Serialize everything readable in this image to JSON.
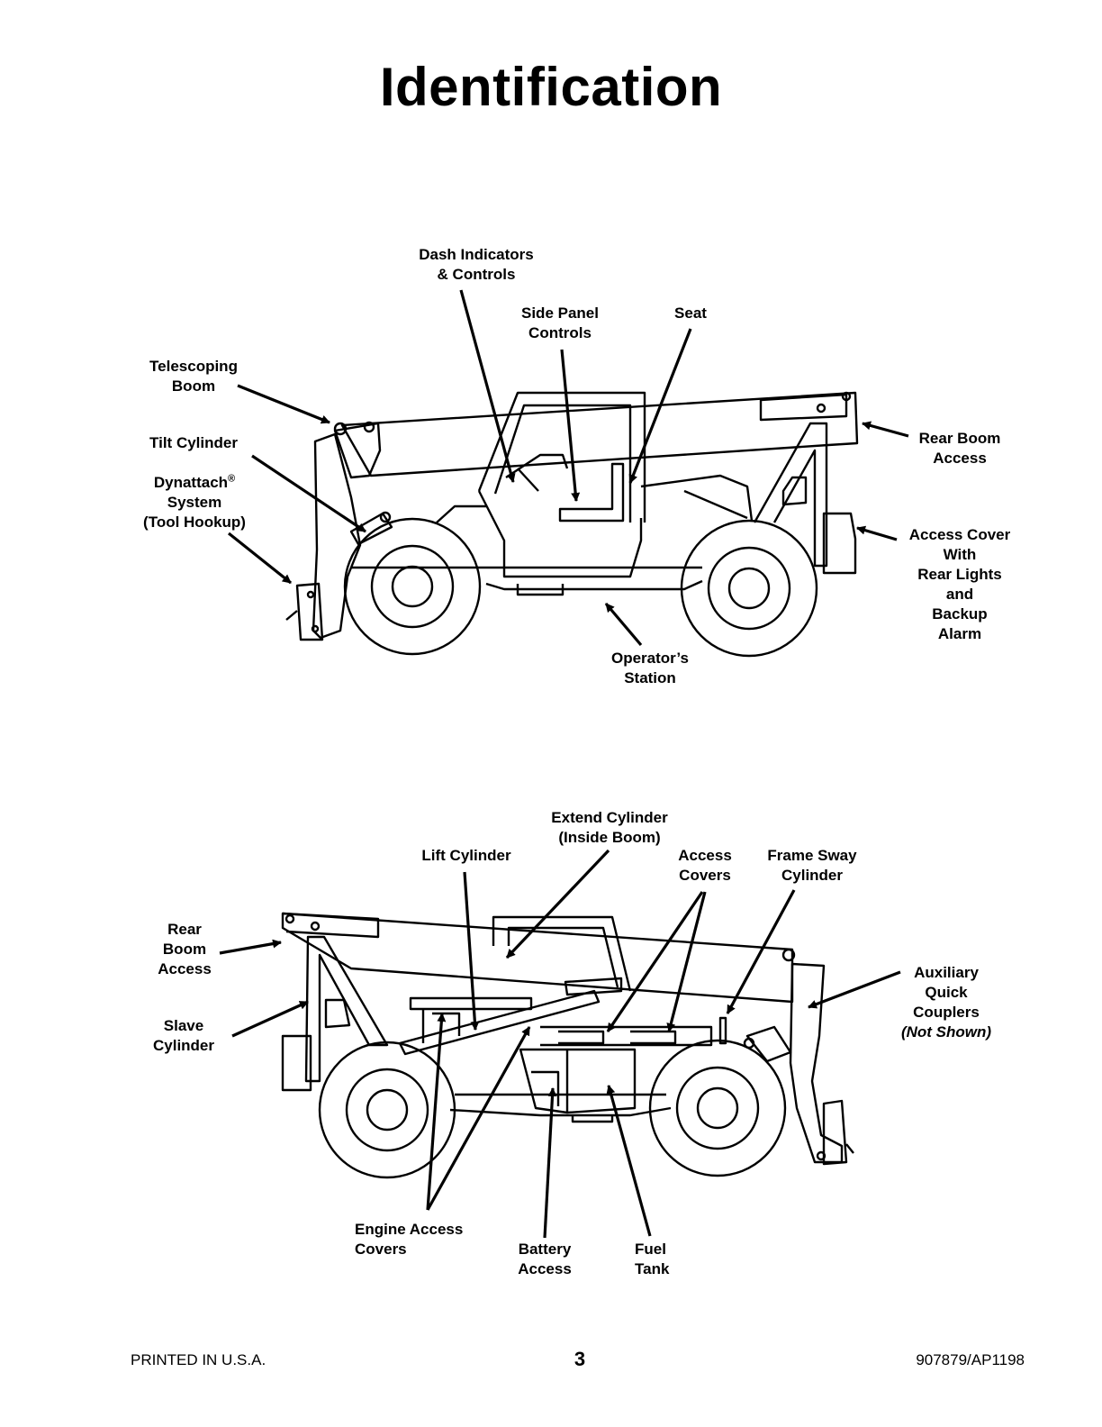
{
  "title": "Identification",
  "top_view": {
    "dash_indicators": [
      "Dash Indicators",
      "& Controls"
    ],
    "side_panel": [
      "Side Panel",
      "Controls"
    ],
    "seat": "Seat",
    "telescoping_boom": [
      "Telescoping",
      "Boom"
    ],
    "tilt_cylinder": "Tilt Cylinder",
    "dynattach": {
      "line1": "Dynattach",
      "reg": "®",
      "line2": "System",
      "line3": "(Tool Hookup)"
    },
    "rear_boom_access": [
      "Rear Boom",
      "Access"
    ],
    "access_cover": [
      "Access Cover",
      "With",
      "Rear Lights",
      "and",
      "Backup",
      "Alarm"
    ],
    "operators_station": [
      "Operator’s",
      "Station"
    ]
  },
  "bottom_view": {
    "extend_cylinder": [
      "Extend Cylinder",
      "(Inside Boom)"
    ],
    "lift_cylinder": "Lift Cylinder",
    "access_covers": [
      "Access",
      "Covers"
    ],
    "frame_sway": [
      "Frame Sway",
      "Cylinder"
    ],
    "rear_boom_access": [
      "Rear",
      "Boom",
      "Access"
    ],
    "slave_cylinder": [
      "Slave",
      "Cylinder"
    ],
    "auxiliary": [
      "Auxiliary",
      "Quick",
      "Couplers",
      "(Not Shown)"
    ],
    "engine_access": [
      "Engine Access",
      "Covers"
    ],
    "battery_access": [
      "Battery",
      "Access"
    ],
    "fuel_tank": [
      "Fuel",
      "Tank"
    ]
  },
  "footer": {
    "left": "PRINTED IN U.S.A.",
    "page": "3",
    "right": "907879/AP1198"
  }
}
